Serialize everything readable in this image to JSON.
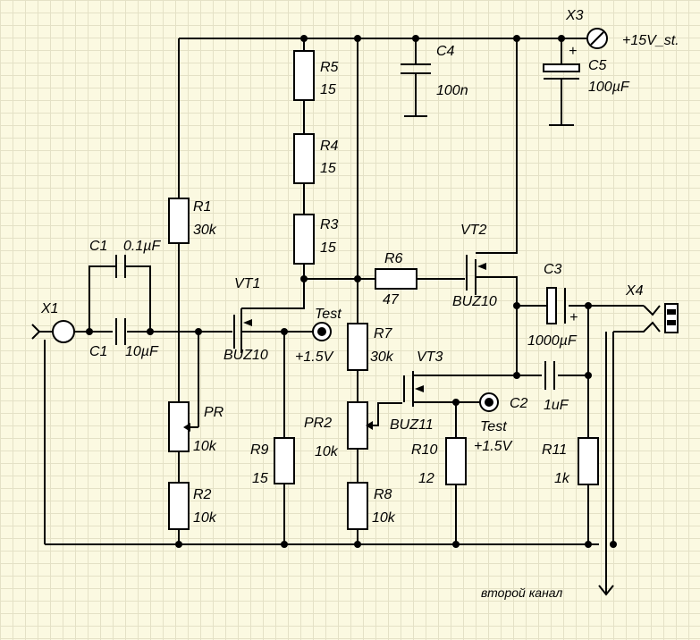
{
  "colors": {
    "background": "#fbf9e1",
    "grid": "#e4e1c6",
    "wire": "#000000"
  },
  "connectors": {
    "x1": "X1",
    "x3": "X3",
    "x4": "X4",
    "supply": "+15V_st.",
    "second_channel": "второй канал"
  },
  "resistors": {
    "r1": {
      "ref": "R1",
      "value": "30k"
    },
    "r2": {
      "ref": "R2",
      "value": "10k"
    },
    "pr": {
      "ref": "PR",
      "value": "10k"
    },
    "r3": {
      "ref": "R3",
      "value": "15"
    },
    "r4": {
      "ref": "R4",
      "value": "15"
    },
    "r5": {
      "ref": "R5",
      "value": "15"
    },
    "r6": {
      "ref": "R6",
      "value": "47"
    },
    "r7": {
      "ref": "R7",
      "value": "30k"
    },
    "pr2": {
      "ref": "PR2",
      "value": "10k"
    },
    "r8": {
      "ref": "R8",
      "value": "10k"
    },
    "r9": {
      "ref": "R9",
      "value": "15"
    },
    "r10": {
      "ref": "R10",
      "value": "12"
    },
    "r11": {
      "ref": "R11",
      "value": "1k"
    }
  },
  "capacitors": {
    "c1a": {
      "ref": "C1",
      "value": "0.1µF"
    },
    "c1b": {
      "ref": "C1",
      "value": "10µF"
    },
    "c2": {
      "ref": "C2",
      "value": "1uF"
    },
    "c3": {
      "ref": "C3",
      "value": "1000µF"
    },
    "c4": {
      "ref": "C4",
      "value": "100n"
    },
    "c5": {
      "ref": "C5",
      "value": "100µF"
    }
  },
  "transistors": {
    "vt1": {
      "ref": "VT1",
      "type": "BUZ10"
    },
    "vt2": {
      "ref": "VT2",
      "type": "BUZ10"
    },
    "vt3": {
      "ref": "VT3",
      "type": "BUZ11"
    }
  },
  "test_points": {
    "tp1": {
      "label": "Test",
      "voltage": "+1.5V"
    },
    "tp2": {
      "label": "Test",
      "voltage": "+1.5V"
    }
  },
  "polarity_plus": "+"
}
